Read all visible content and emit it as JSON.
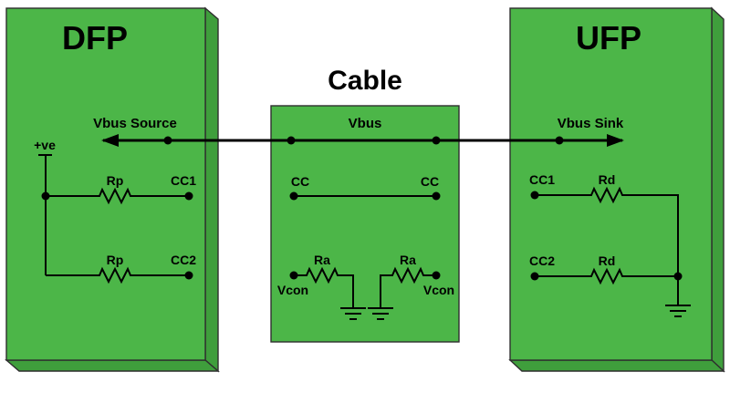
{
  "colors": {
    "background": "#ffffff",
    "block_fill": "#4cb648",
    "block_side_fill": "#3f9e3c",
    "block_border": "#2f2f2f",
    "wire": "#000000"
  },
  "dfp": {
    "title": "DFP",
    "vbus_label": "Vbus Source",
    "supply_label": "+ve",
    "row1": {
      "resistor_label": "Rp",
      "pin_label": "CC1"
    },
    "row2": {
      "resistor_label": "Rp",
      "pin_label": "CC2"
    }
  },
  "cable": {
    "title": "Cable",
    "vbus_label": "Vbus",
    "cc_left_label": "CC",
    "cc_right_label": "CC",
    "ra_left_label": "Ra",
    "ra_right_label": "Ra",
    "vcon_left_label": "Vcon",
    "vcon_right_label": "Vcon"
  },
  "ufp": {
    "title": "UFP",
    "vbus_label": "Vbus Sink",
    "row1": {
      "pin_label": "CC1",
      "resistor_label": "Rd"
    },
    "row2": {
      "pin_label": "CC2",
      "resistor_label": "Rd"
    }
  }
}
